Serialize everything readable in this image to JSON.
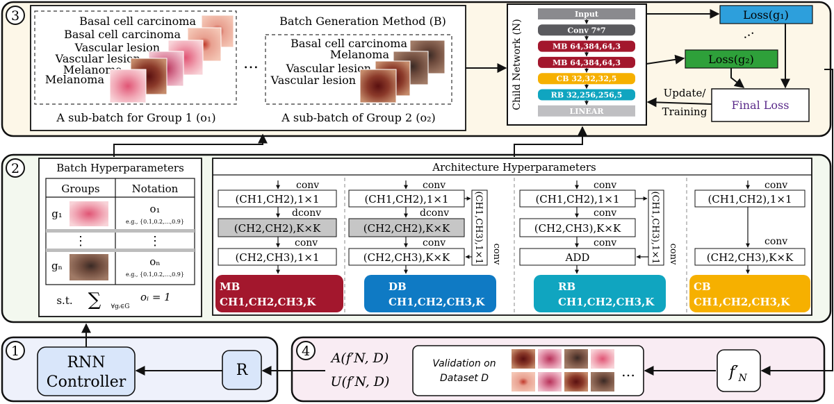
{
  "section_numbers": [
    "3",
    "2",
    "1",
    "4"
  ],
  "panel3": {
    "group1": {
      "labels": [
        "Basal cell carcinoma",
        "Basal cell carcinoma",
        "Vascular lesion",
        "Vascular lesion",
        "Melanoma",
        "Melanoma"
      ],
      "caption": "A sub-batch for Group 1 (o₁)"
    },
    "group2": {
      "labels": [
        "Basal cell carcinoma",
        "Melanoma",
        "Vascular lesion",
        "Vascular lesion"
      ],
      "caption": "A sub-batch of Group 2 (o₂)"
    },
    "ellipsis": "…",
    "batch_method": "Batch Generation Method (B)",
    "child_network_label": "Child Network (N)",
    "layers": [
      {
        "label": "Input",
        "color": "#8a8a8e"
      },
      {
        "label": "Conv 7*7",
        "color": "#5a5a5e"
      },
      {
        "label": "MB 64,384,64,3",
        "color": "#a3172d"
      },
      {
        "label": "MB 64,384,64,3",
        "color": "#a3172d"
      },
      {
        "label": "CB 32,32,32,5",
        "color": "#f6b000"
      },
      {
        "label": "RB 32,256,256,5",
        "color": "#10a5c0"
      },
      {
        "label": "LINEAR",
        "color": "#bfbfc2"
      }
    ],
    "loss1": "Loss(g₁)",
    "loss_ellipsis": "…",
    "loss2": "Loss(g₂)",
    "final_loss": "Final Loss",
    "update_line1": "Update/",
    "update_line2": "Training"
  },
  "panel2": {
    "batch_title": "Batch Hyperparameters",
    "col_groups": "Groups",
    "col_notation": "Notation",
    "row1_group": "g₁",
    "row1_notation": "o₁",
    "row1_eg": "e.g., {0.1,0.2,…,0.9}",
    "vdots": "⋮",
    "rowN_group": "gₙ",
    "rowN_notation": "oₙ",
    "rowN_eg": "e.g., {0.1,0.2,…,0.9}",
    "constraint_prefix": "s.t.",
    "constraint_sum": "∑",
    "constraint_sub": "∀gᵢ∈G",
    "constraint_body": "oᵢ = 1",
    "arch_title": "Architecture Hyperparameters",
    "conv": "conv",
    "dconv": "dconv",
    "box_ch1ch2_1x1": "(CH1,CH2),1×1",
    "box_ch2ch2_kxk": "(CH2,CH2),K×K",
    "box_ch2ch3_1x1": "(CH2,CH3),1×1",
    "box_ch2ch3_kxk": "(CH2,CH3),K×K",
    "box_add": "ADD",
    "side_ch1ch3": "(CH1,CH3),1×1",
    "blocks": [
      {
        "name": "MB",
        "params": "CH1,CH2,CH3,K",
        "color": "#a3172d"
      },
      {
        "name": "DB",
        "params": "CH1,CH2,CH3,K",
        "color": "#0f7ac4"
      },
      {
        "name": "RB",
        "params": "CH1,CH2,CH3,K",
        "color": "#10a5c0"
      },
      {
        "name": "CB",
        "params": "CH1,CH2,CH3,K",
        "color": "#f6b000"
      }
    ]
  },
  "panel1": {
    "rnn_line1": "RNN",
    "rnn_line2": "Controller",
    "reward": "R"
  },
  "panel4": {
    "acc": "A(f′N, D)",
    "unc": "U(f′N, D)",
    "validation_line1": "Validation on",
    "validation_line2": "Dataset D",
    "ellipsis": "…",
    "fprime": "f′",
    "fprime_sub": "N"
  }
}
